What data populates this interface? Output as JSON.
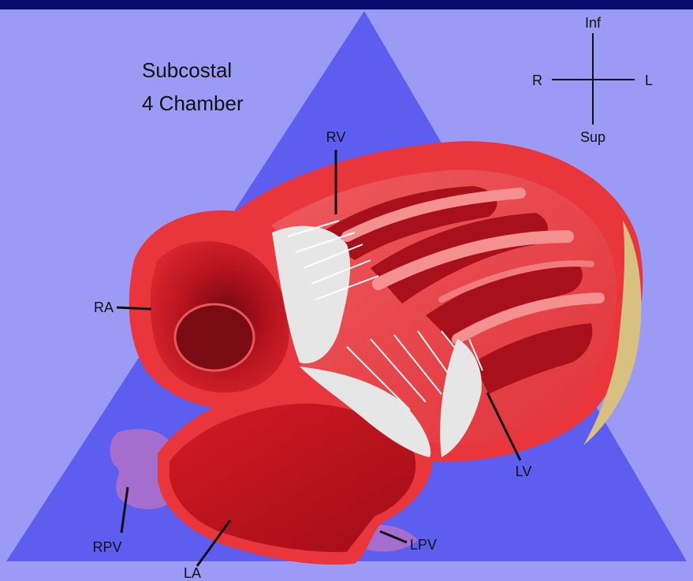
{
  "title": {
    "line1": "Subcostal",
    "line2": "4 Chamber"
  },
  "orientation": {
    "top": "Inf",
    "bottom": "Sup",
    "left": "R",
    "right": "L"
  },
  "labels": {
    "rv": "RV",
    "ra": "RA",
    "lv": "LV",
    "la": "LA",
    "rpv": "RPV",
    "lpv": "LPV"
  },
  "colors": {
    "background": "#9b9bf5",
    "top_bar": "#0a0a6e",
    "sector": "#5d5df0",
    "myocardium": "#e8363c",
    "chamber_dark": "#b0101c",
    "chamber_inner": "#f08080",
    "valve": "#e6e6e6",
    "veins": "#b070c8",
    "epicardium": "#d8c080"
  }
}
